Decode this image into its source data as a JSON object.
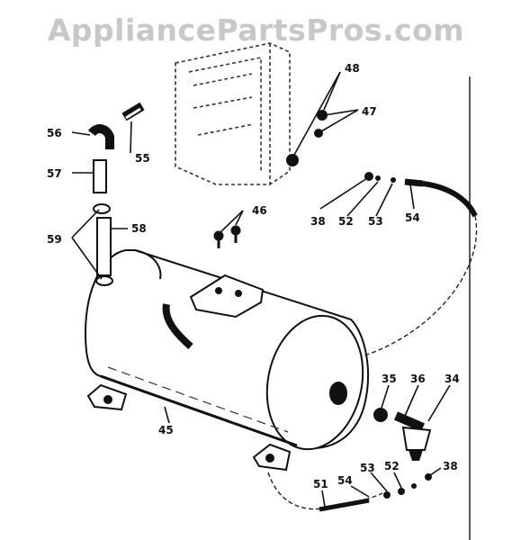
{
  "watermark": "AppliancePartsPros.com",
  "labels": {
    "p34": "34",
    "p35": "35",
    "p36": "36",
    "p38a": "38",
    "p38b": "38",
    "p45": "45",
    "p46": "46",
    "p47": "47",
    "p48": "48",
    "p51": "51",
    "p52a": "52",
    "p52b": "52",
    "p53a": "53",
    "p53b": "53",
    "p54a": "54",
    "p54b": "54",
    "p55": "55",
    "p56": "56",
    "p57": "57",
    "p58": "58",
    "p59": "59"
  }
}
